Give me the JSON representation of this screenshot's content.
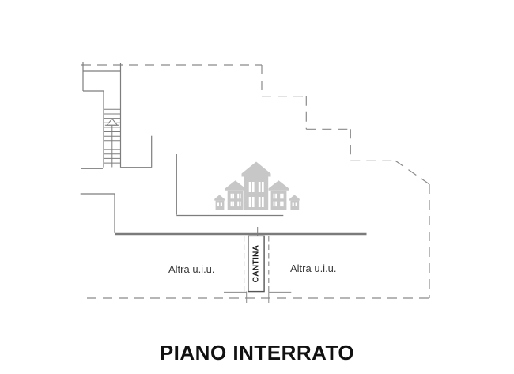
{
  "title": "PIANO INTERRATO",
  "plan": {
    "room_left_label": "Altra u.i.u.",
    "room_right_label": "Altra u.i.u.",
    "cantina_label": "CANTINA",
    "stair_direction": "up",
    "watermark": "row of five house icons",
    "colors": {
      "line": "#7d7d7d",
      "thick_wall": "#7b7b7b",
      "dashed_boundary": "#8a8a8a",
      "cantina_border": "#555555",
      "label_text": "#3a3a3a",
      "title_text": "#111111",
      "watermark": "#c7c7c7"
    }
  }
}
